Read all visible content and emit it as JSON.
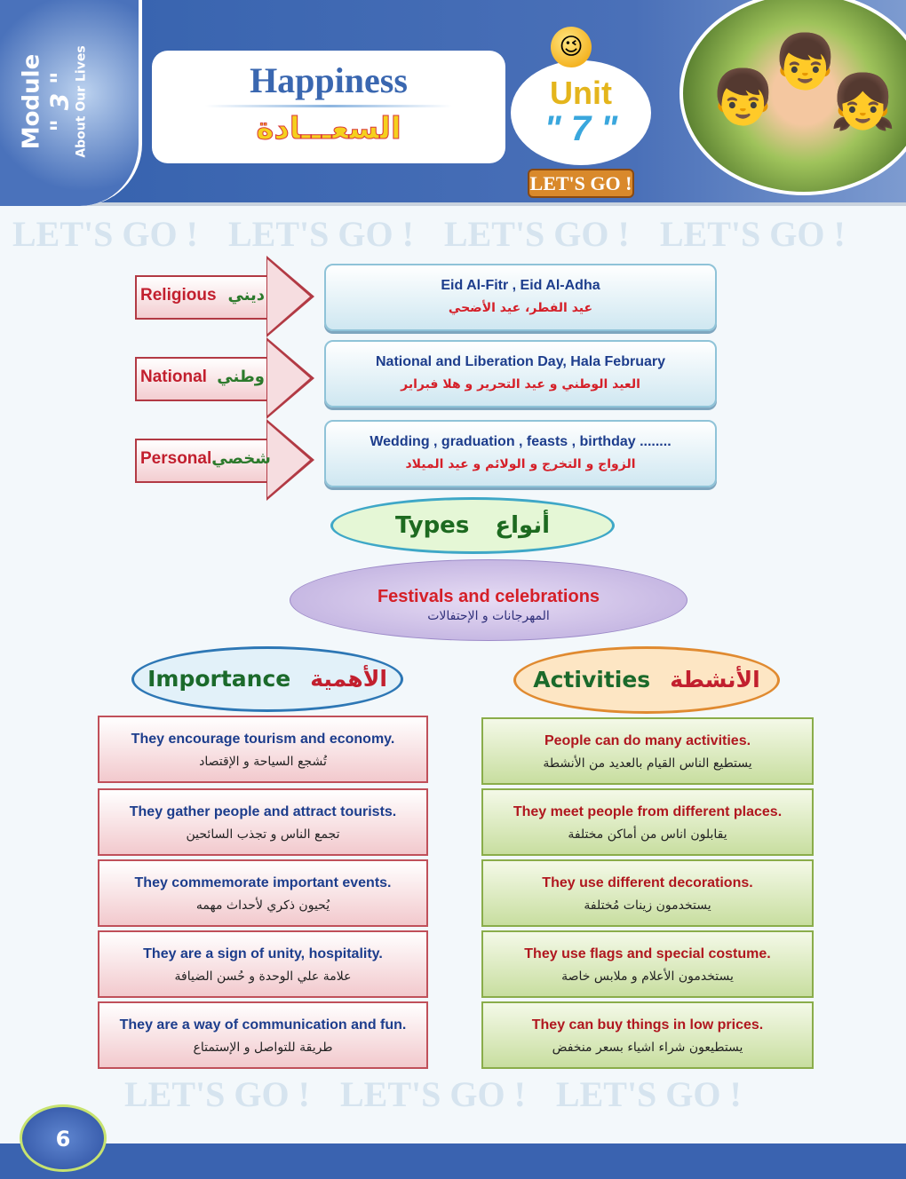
{
  "header": {
    "module_label": "Module",
    "module_number": "\" 3 \"",
    "module_subtitle": "About Our Lives",
    "title_en": "Happiness",
    "title_ar": "السعـــادة",
    "unit_label": "Unit",
    "unit_number": "\" 7 \"",
    "lets_go": "LET'S GO !"
  },
  "watermark": "LET'S GO !",
  "types": [
    {
      "label_en": "Religious",
      "label_ar": "ديني",
      "en": "Eid Al-Fitr  ,  Eid Al-Adha",
      "ar": "عيد الفطر، عيد الأضحي"
    },
    {
      "label_en": "National",
      "label_ar": "وطني",
      "en": "National and Liberation Day, Hala February",
      "ar": "العيد الوطني و عيد التحرير و هلا فبراير"
    },
    {
      "label_en": "Personal",
      "label_ar": "شخصي",
      "en": "Wedding , graduation , feasts , birthday ........",
      "ar": "الزواج و التخرج و الولائم و عيد الميلاد"
    }
  ],
  "types_cloud": {
    "en": "Types",
    "ar": "أنواع"
  },
  "center": {
    "en": "Festivals and  celebrations",
    "ar": "المهرجانات و الإحتفالات"
  },
  "importance": {
    "en": "Importance",
    "ar": "الأهمية",
    "items": [
      {
        "en": "They encourage tourism and economy.",
        "ar": "تُشجع السياحة و الإقتصاد"
      },
      {
        "en": "They gather people and attract tourists.",
        "ar": "تجمع الناس و تجذب السائحين"
      },
      {
        "en": "They commemorate important events.",
        "ar": "يُحيون ذكري لأحداث مهمه"
      },
      {
        "en": "They are a sign of unity, hospitality.",
        "ar": "علامة علي الوحدة و حُسن الضيافة"
      },
      {
        "en": "They are a way of communication and fun.",
        "ar": "طريقة للتواصل و الإستمتاع"
      }
    ]
  },
  "activities": {
    "en": "Activities",
    "ar": "الأنشطة",
    "items": [
      {
        "en": "People can do many activities.",
        "ar": "يستطيع الناس القيام بالعديد من الأنشطة"
      },
      {
        "en": "They meet people from different places.",
        "ar": "يقابلون اناس من أماكن مختلفة"
      },
      {
        "en": "They use different decorations.",
        "ar": "يستخدمون زينات مُختلفة"
      },
      {
        "en": "They use flags and special costume.",
        "ar": "يستخدمون الأعلام و ملابس خاصة"
      },
      {
        "en": "They can buy things in low prices.",
        "ar": "يستطيعون شراء اشياء بسعر منخفض"
      }
    ]
  },
  "page_number": "6"
}
